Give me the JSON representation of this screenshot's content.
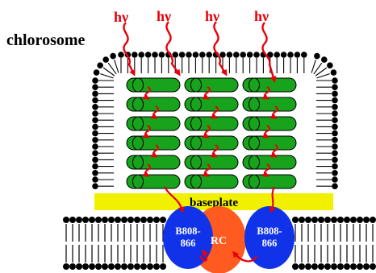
{
  "diagram": {
    "chlorosome_label": "chlorosome",
    "photon_labels": [
      "hν",
      "hν",
      "hν",
      "hν"
    ],
    "baseplate_label": "baseplate",
    "rc_label": "RC",
    "antenna_left": {
      "line1": "B808-",
      "line2": "866"
    },
    "antenna_right": {
      "line1": "B808-",
      "line2": "866"
    },
    "rod_rows": 6,
    "rod_columns": 3
  },
  "colors": {
    "photon_arrow": "#e8000b",
    "rod_fill": "#17a31b",
    "baseplate_fill": "#f0f000",
    "antenna_fill": "#1032e8",
    "rc_fill": "#ff5a1f",
    "lipid_head": "#000000",
    "text_light": "#ffffff",
    "text_dark": "#000000"
  }
}
